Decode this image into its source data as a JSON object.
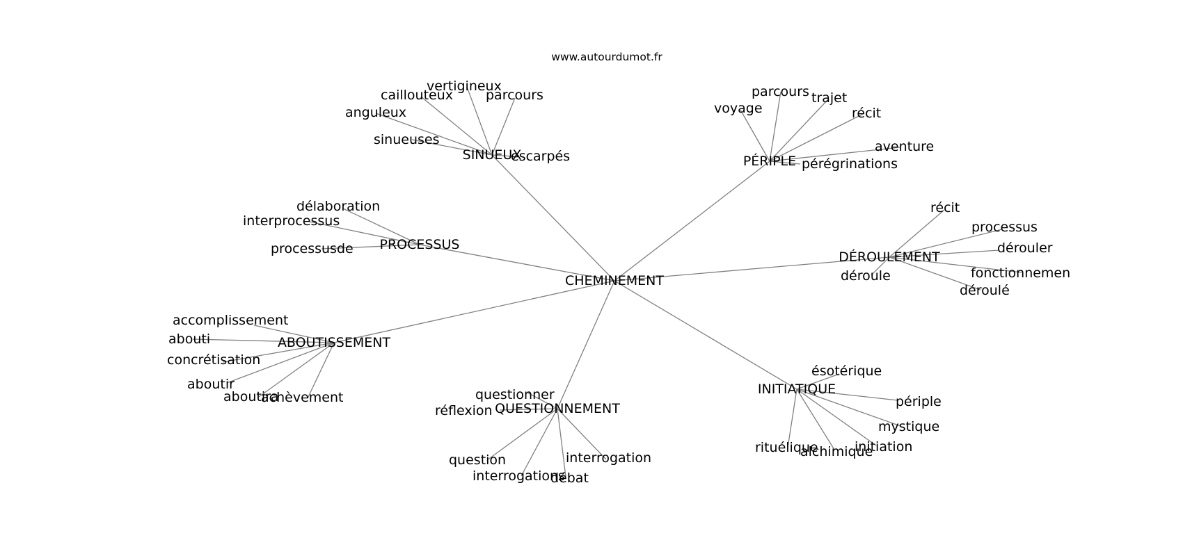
{
  "source": "www.autourdumot.fr",
  "edge_color": "#808080",
  "text_color": "#000000",
  "root": "CHEMINEMENT",
  "groups": [
    {
      "label": "SINUEUX",
      "leaves": [
        "vertigineux",
        "caillouteux",
        "parcours",
        "anguleux",
        "sinueuses",
        "escarpés"
      ]
    },
    {
      "label": "PÉRIPLE",
      "leaves": [
        "parcours",
        "trajet",
        "voyage",
        "récit",
        "aventure",
        "pérégrinations"
      ]
    },
    {
      "label": "PROCESSUS",
      "leaves": [
        "délaboration",
        "interprocessus",
        "processusde"
      ]
    },
    {
      "label": "DÉROULEMENT",
      "leaves": [
        "récit",
        "processus",
        "dérouler",
        "déroule",
        "fonctionnemen",
        "déroulé"
      ]
    },
    {
      "label": "ABOUTISSEMENT",
      "leaves": [
        "accomplissement",
        "abouti",
        "concrétisation",
        "aboutir",
        "aboutira",
        "achèvement"
      ]
    },
    {
      "label": "QUESTIONNEMENT",
      "leaves": [
        "questionner",
        "réflexion",
        "question",
        "interrogation",
        "interrogations",
        "débat"
      ]
    },
    {
      "label": "INITIATIQUE",
      "leaves": [
        "ésotérique",
        "périple",
        "mystique",
        "rituélique",
        "alchimique",
        "initiation"
      ]
    }
  ]
}
